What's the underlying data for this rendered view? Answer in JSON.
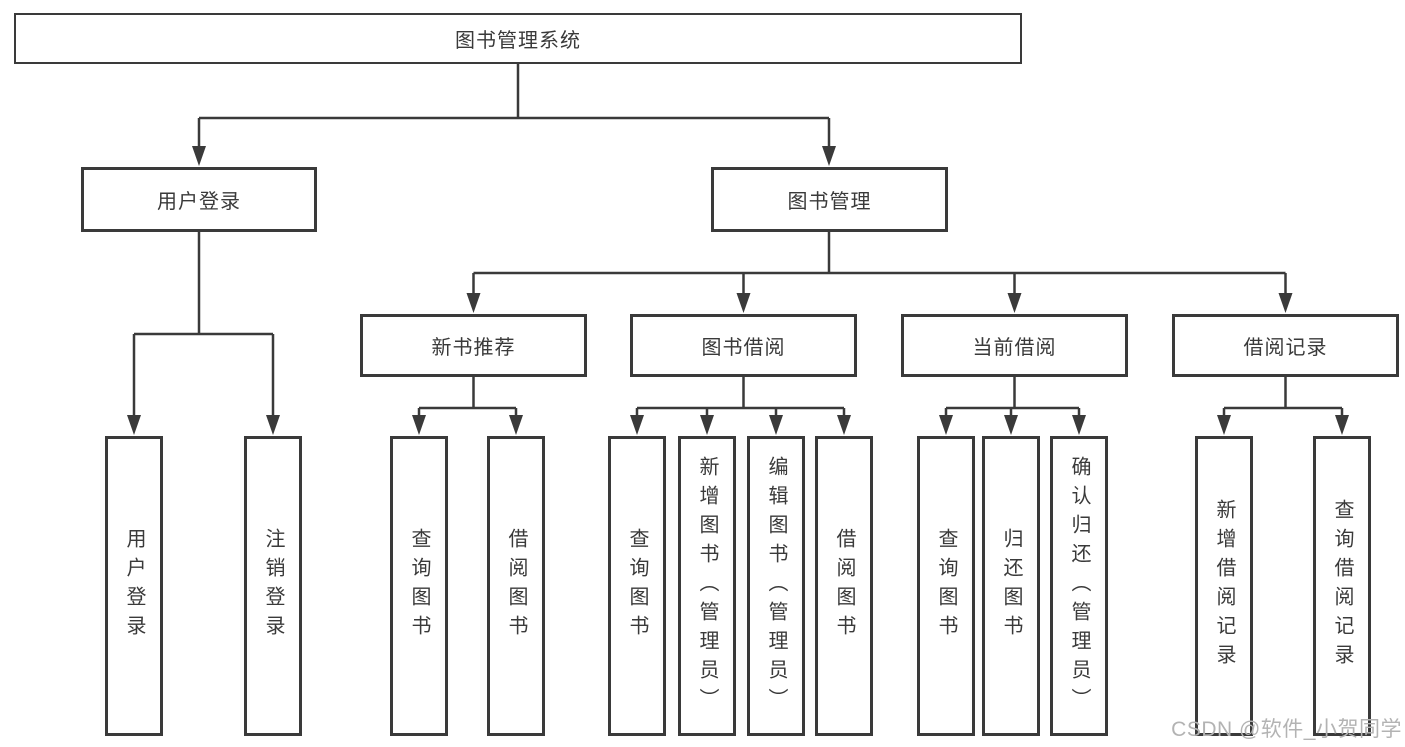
{
  "colors": {
    "line": "#3a3a3a",
    "text": "#3a3a3a",
    "box_bg": "#ffffff",
    "watermark": "#b3b3b3",
    "background": "#ffffff"
  },
  "watermark": {
    "text": "CSDN @软件_小贺同学"
  },
  "tree": {
    "root": {
      "label": "图书管理系统",
      "children": [
        {
          "label": "用户登录",
          "children": [
            {
              "label": "用户登录"
            },
            {
              "label": "注销登录"
            }
          ]
        },
        {
          "label": "图书管理",
          "children": [
            {
              "label": "新书推荐",
              "children": [
                {
                  "label": "查询图书"
                },
                {
                  "label": "借阅图书"
                }
              ]
            },
            {
              "label": "图书借阅",
              "children": [
                {
                  "label": "查询图书"
                },
                {
                  "label": "新增图书（管理员）"
                },
                {
                  "label": "编辑图书（管理员）"
                },
                {
                  "label": "借阅图书"
                }
              ]
            },
            {
              "label": "当前借阅",
              "children": [
                {
                  "label": "查询图书"
                },
                {
                  "label": "归还图书"
                },
                {
                  "label": "确认归还（管理员）"
                }
              ]
            },
            {
              "label": "借阅记录",
              "children": [
                {
                  "label": "新增借阅记录"
                },
                {
                  "label": "查询借阅记录"
                }
              ]
            }
          ]
        }
      ]
    }
  }
}
